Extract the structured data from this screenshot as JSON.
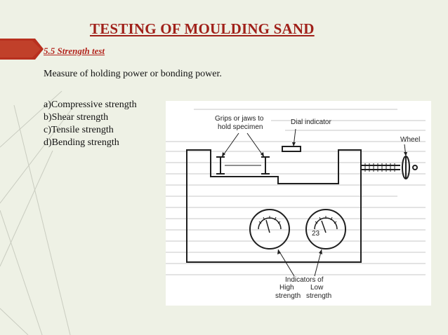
{
  "slide": {
    "title": "TESTING OF MOULDING SAND",
    "section_heading": "5.5 Strength test",
    "description": "Measure of holding power or bonding power.",
    "strength_types": [
      "a)Compressive strength",
      "b)Shear strength",
      "c)Tensile strength",
      "d)Bending strength"
    ]
  },
  "figure": {
    "labels": {
      "grips": "Grips or jaws to",
      "grips_2": "hold specimen",
      "dial_indicator": "Dial indicator",
      "wheel": "Wheel",
      "dial_numbers": "23",
      "indicators_of": "Indicators of",
      "high": "High",
      "low": "Low",
      "strength_high": "strength",
      "strength_low": "strength"
    }
  },
  "colors": {
    "title": "#a0211a",
    "accent_tab": "#b8301f",
    "background": "#eef1e5"
  }
}
